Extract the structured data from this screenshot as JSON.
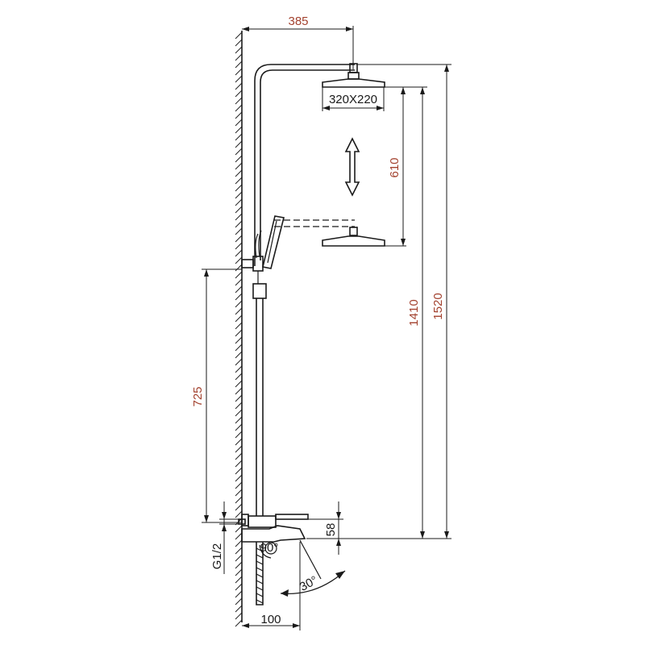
{
  "dimensions": {
    "arm_reach": "385",
    "head_size": "320X220",
    "slide_range": "610",
    "total_height_1410": "1410",
    "total_height_1520": "1520",
    "bracket_height": "725",
    "spout_offset": "58",
    "inlet_thread": "G1/2",
    "angle_90": "90°",
    "angle_30": "30°",
    "wall_offset": "100"
  },
  "colors": {
    "dimension_text": "#a3422f",
    "line": "#1a1a1a",
    "background": "#ffffff"
  }
}
